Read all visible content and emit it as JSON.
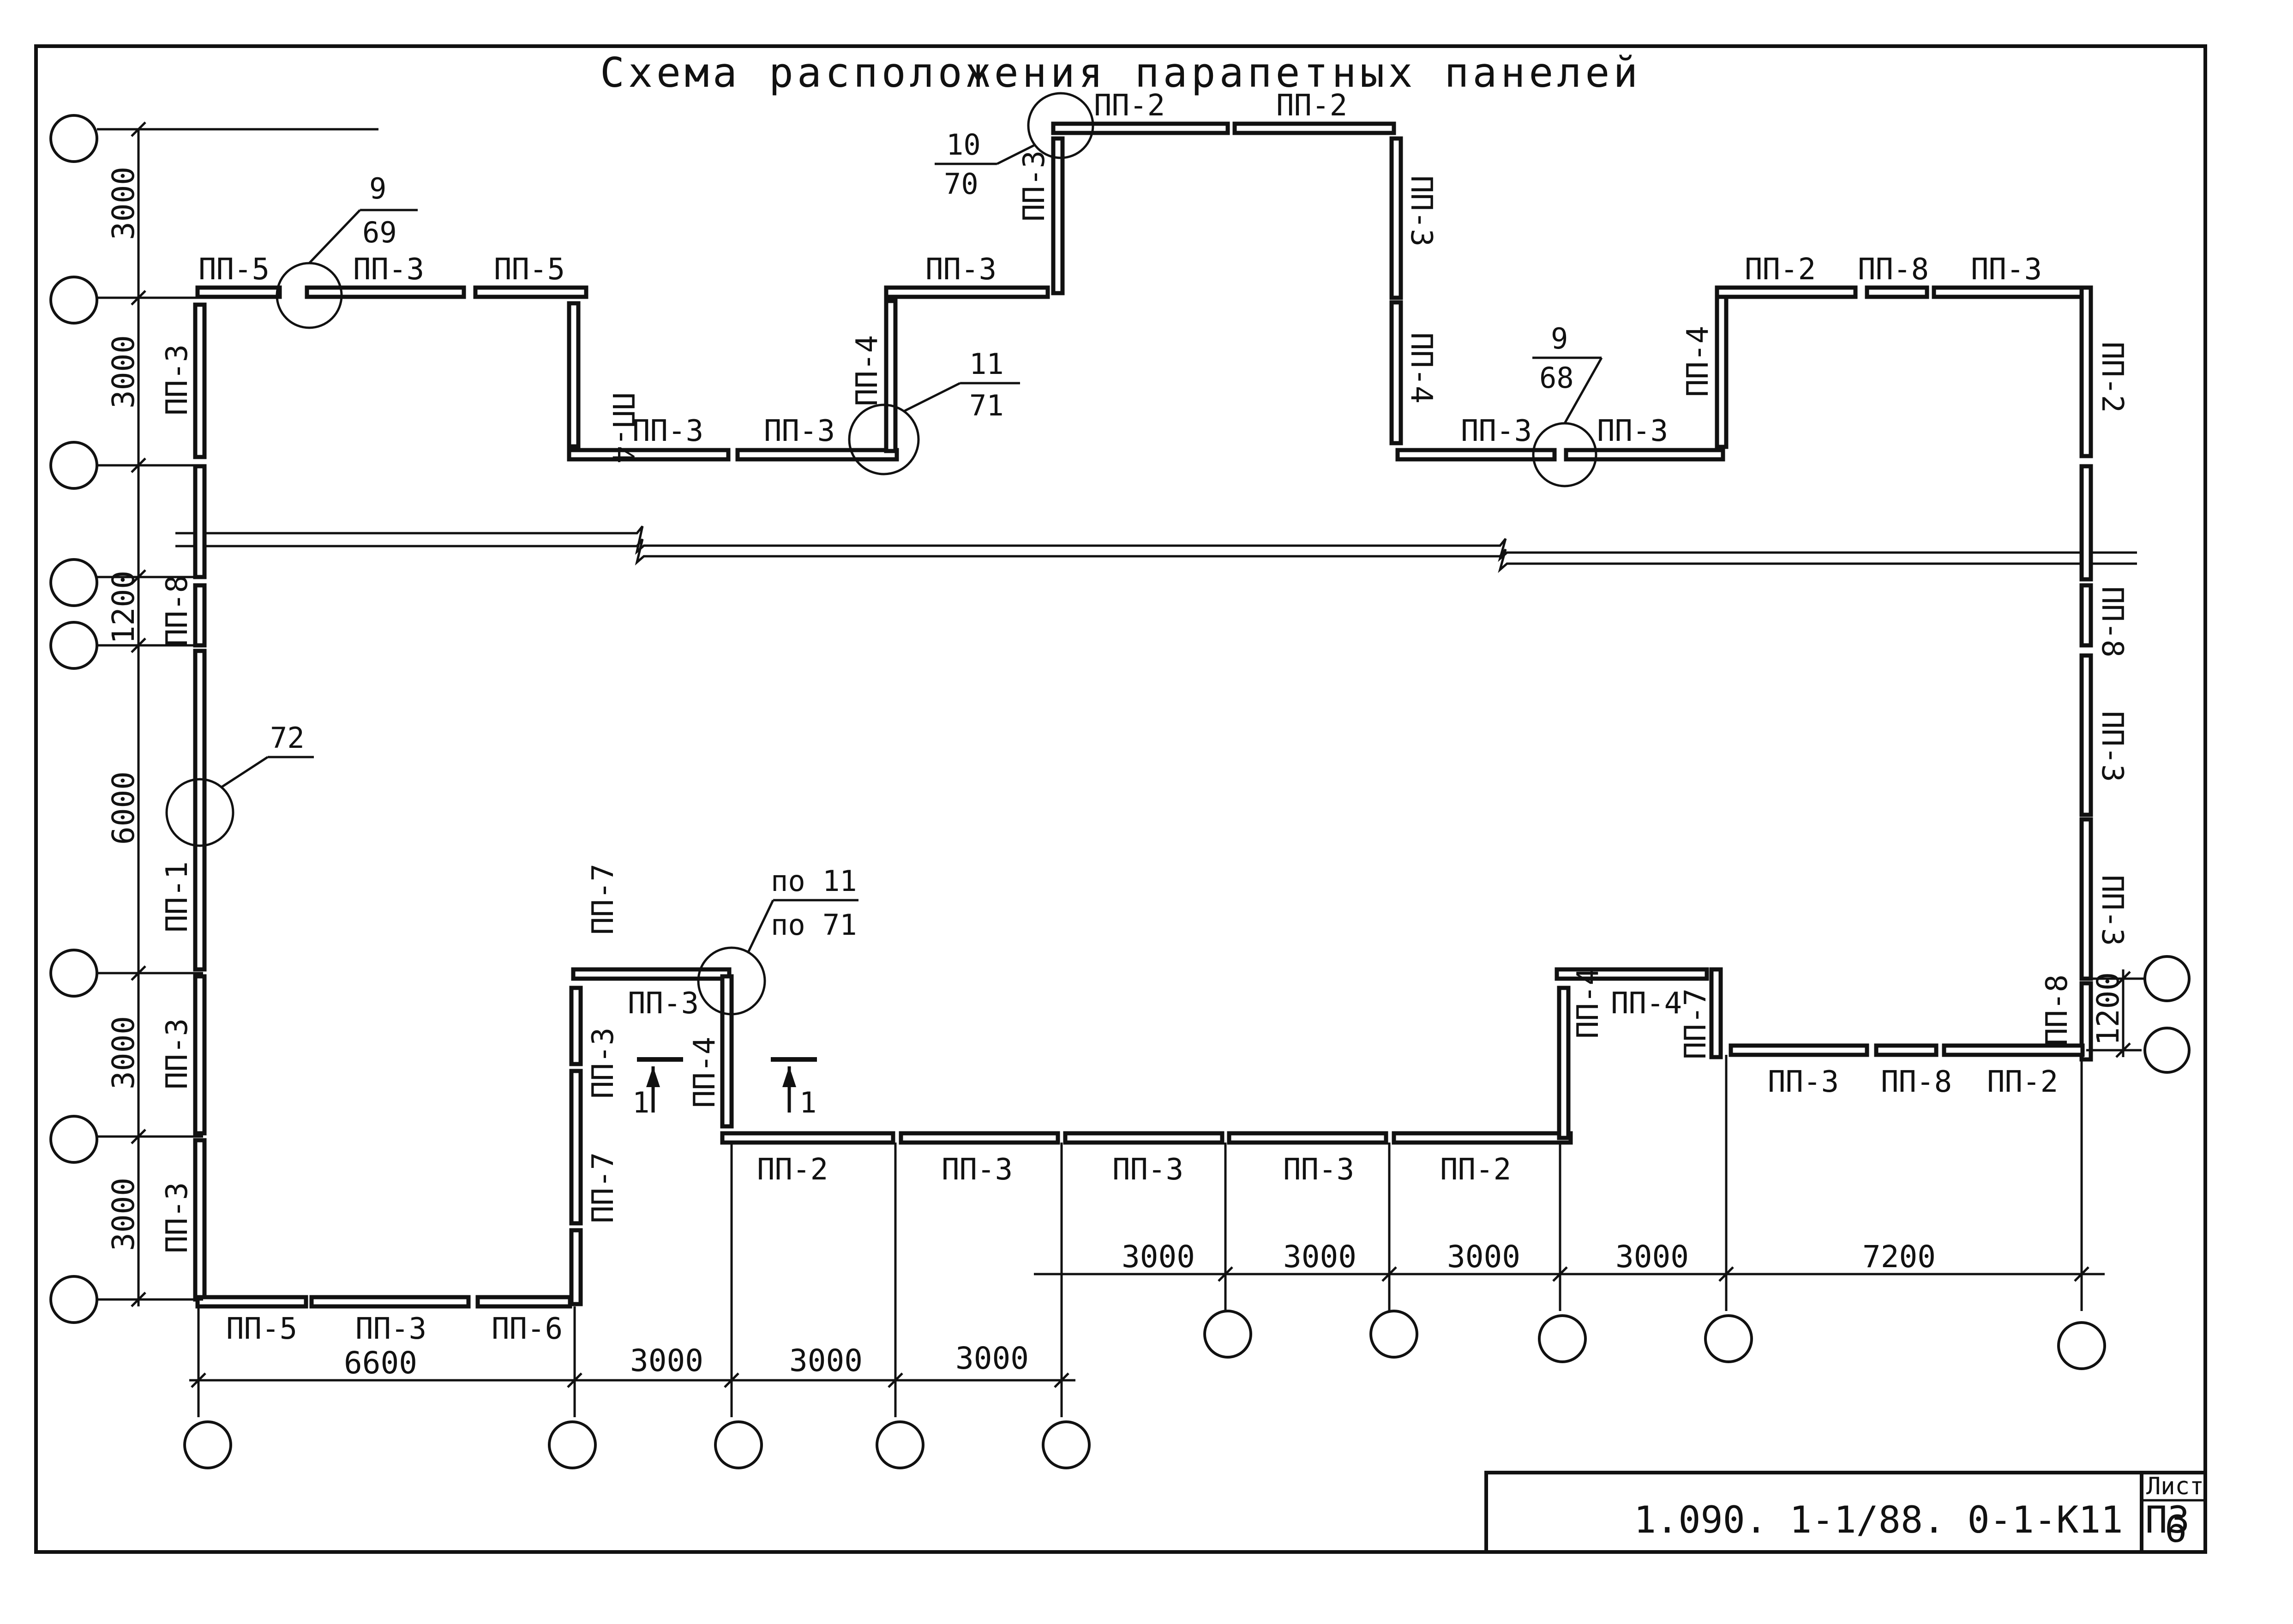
{
  "title": "Схема расположения парапетных панелей",
  "stamp": {
    "code": "1.090. 1-1/88. 0-1-К11 ПЗ",
    "sheet_label": "Лист",
    "sheet_number": "6"
  },
  "panel_labels": {
    "pp1": "ПП-1",
    "pp2": "ПП-2",
    "pp3": "ПП-3",
    "pp4": "ПП-4",
    "pp5": "ПП-5",
    "pp6": "ПП-6",
    "pp7": "ПП-7",
    "pp8": "ПП-8"
  },
  "dimensions": {
    "d3000": "3000",
    "d1200": "1200",
    "d6000": "6000",
    "d6600": "6600",
    "d7200": "7200"
  },
  "callouts": {
    "c1": {
      "top": "9",
      "bottom": "69"
    },
    "c2": {
      "top": "10",
      "bottom": "70"
    },
    "c3": {
      "top": "11",
      "bottom": "71"
    },
    "c4": {
      "top": "9",
      "bottom": "68"
    },
    "c5": {
      "top": "72"
    },
    "c6": {
      "top": "по 11",
      "bottom": "по 71"
    }
  },
  "section_marks": {
    "left": "1",
    "right": "1"
  }
}
